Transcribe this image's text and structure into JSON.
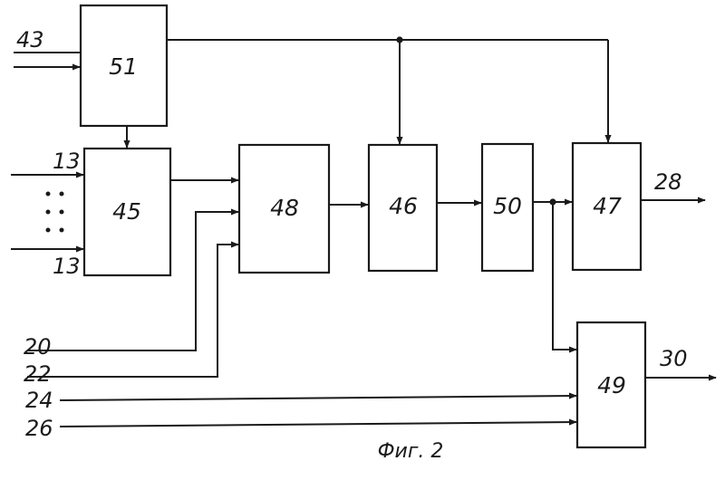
{
  "blocks": {
    "b51": "51",
    "b45": "45",
    "b48": "48",
    "b46": "46",
    "b50": "50",
    "b47": "47",
    "b49": "49"
  },
  "signals": {
    "in43": "43",
    "in13_top": "13",
    "in13_bottom": "13",
    "in20": "20",
    "in22": "22",
    "in24": "24",
    "in26": "26",
    "out28": "28",
    "out30": "30"
  },
  "caption": "Фиг. 2",
  "colors": {
    "ink": "#1a1a1a",
    "paper": "#ffffff"
  }
}
